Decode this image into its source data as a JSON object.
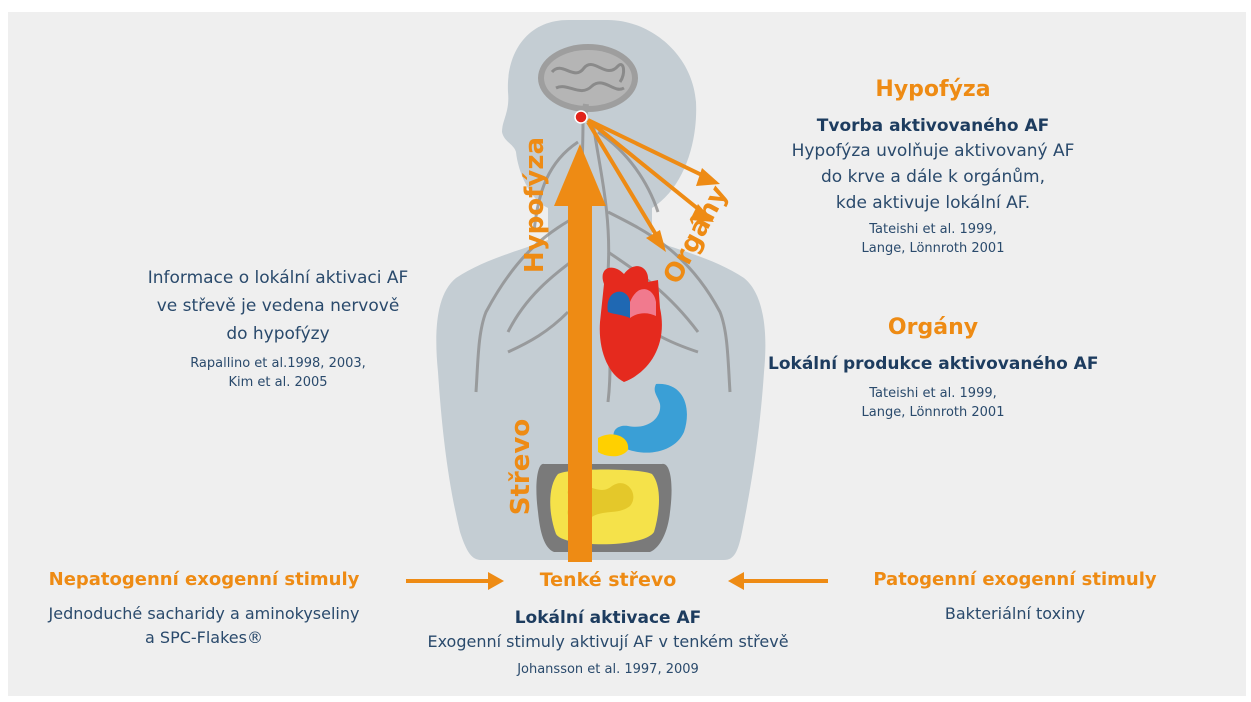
{
  "hypofyza": {
    "title": "Hypofýza",
    "subtitle": "Tvorba aktivovaného AF",
    "lines": [
      "Hypofýza uvolňuje aktivovaný AF",
      "do krve a dále k orgánům,",
      "kde aktivuje lokální AF."
    ],
    "refs": [
      "Tateishi  et al. 1999,",
      "Lange, Lönnroth 2001"
    ]
  },
  "organy": {
    "title": "Orgány",
    "subtitle": "Lokální produkce aktivovaného AF",
    "refs": [
      "Tateishi  et al. 1999,",
      "Lange, Lönnroth 2001"
    ]
  },
  "info": {
    "lines": [
      "Informace o lokální aktivaci AF",
      "ve střevě je vedena nervově",
      "do hypofýzy"
    ],
    "refs": [
      "Rapallino et al.1998, 2003,",
      "Kim et al. 2005"
    ]
  },
  "nepatogenni": {
    "title": "Nepatogenní exogenní stimuly",
    "lines": [
      "Jednoduché sacharidy a aminokyseliny",
      "a SPC-Flakes®"
    ]
  },
  "tenke": {
    "title": "Tenké střevo",
    "subtitle": "Lokální aktivace AF",
    "line": "Exogenní stimuly aktivují AF v tenkém střevě",
    "ref": "Johansson et al. 1997, 2009"
  },
  "patogenni": {
    "title": "Patogenní exogenní stimuly",
    "line": "Bakteriální toxiny"
  },
  "arrow_labels": {
    "strevo": "Střevo",
    "hypofyza": "Hypofýza",
    "organy": "Orgány"
  },
  "colors": {
    "accent": "#ee8b14",
    "navy": "#1d3c5f",
    "body_silhouette": "#c4cdd3",
    "background": "#efefef"
  }
}
